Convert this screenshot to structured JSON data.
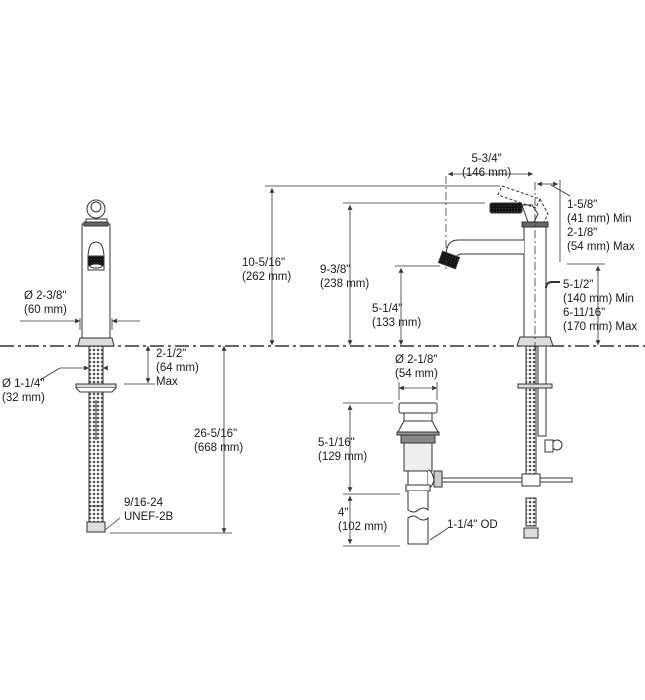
{
  "diagram": {
    "type": "faucet-dimension-drawing",
    "views": [
      "side-view-single-handle-faucet",
      "front-view-faucet-with-drain"
    ]
  },
  "left_view": {
    "body_diameter": {
      "in": "Ø 2-3/8\"",
      "mm": "(60 mm)"
    },
    "shank_diameter": {
      "in": "Ø 1-1/4\"",
      "mm": "(32 mm)"
    },
    "deck_thickness": {
      "in": "2-1/2\"",
      "mm": "(64 mm)",
      "note": "Max"
    },
    "supply_length": {
      "in": "26-5/16\"",
      "mm": "(668 mm)"
    },
    "thread": {
      "line1": "9/16-24",
      "line2": "UNEF-2B"
    }
  },
  "right_view": {
    "spout_reach": {
      "in": "5-3/4\"",
      "mm": "(146 mm)"
    },
    "overall_height": {
      "in": "10-5/16\"",
      "mm": "(262 mm)"
    },
    "handle_height": {
      "in": "9-3/8\"",
      "mm": "(238 mm)"
    },
    "spout_height": {
      "in": "5-1/4\"",
      "mm": "(133 mm)"
    },
    "handle_clearance": {
      "min_in": "1-5/8\"",
      "min_mm": "(41 mm) Min",
      "max_in": "2-1/8\"",
      "max_mm": "(54 mm) Max"
    },
    "lift_rod_height": {
      "min_in": "5-1/2\"",
      "min_mm": "(140 mm) Min",
      "max_in": "6-11/16\"",
      "max_mm": "(170 mm) Max"
    },
    "drain_diameter": {
      "in": "Ø 2-1/8\"",
      "mm": "(54 mm)"
    },
    "drain_body": {
      "in": "5-1/16\"",
      "mm": "(129 mm)"
    },
    "tailpiece": {
      "in": "4\"",
      "mm": "(102 mm)"
    },
    "tailpiece_od": {
      "label": "1-1/4\" OD"
    }
  },
  "colors": {
    "line": "#333333",
    "fill_dark": "#1c1c1c",
    "background": "#ffffff"
  }
}
